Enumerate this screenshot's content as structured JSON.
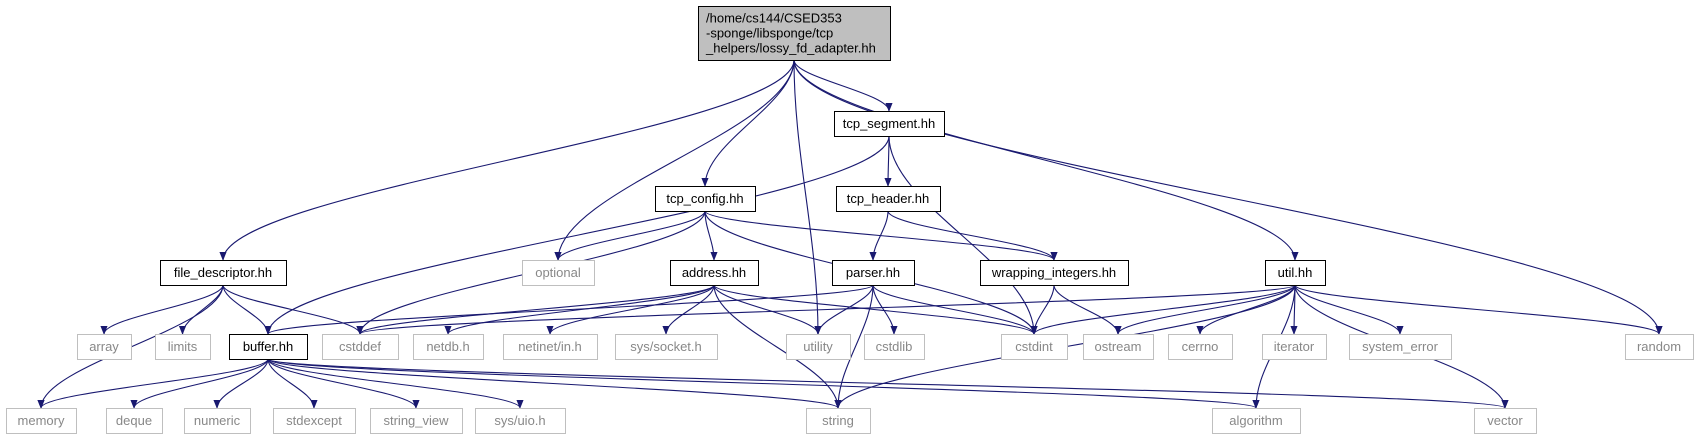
{
  "colors": {
    "edge": "#191970",
    "root_fill": "#bfbfbf",
    "root_border": "#000000",
    "project_border": "#000000",
    "system_border": "#bfbfbf",
    "system_text": "#888888",
    "text": "#000000"
  },
  "nodes": {
    "root": {
      "lines": [
        "/home/cs144/CSED353",
        "-sponge/libsponge/tcp",
        "_helpers/lossy_fd_adapter.hh"
      ],
      "kind": "root"
    },
    "tcp_segment": {
      "lines": [
        "tcp_segment.hh"
      ],
      "kind": "project"
    },
    "tcp_config": {
      "lines": [
        "tcp_config.hh"
      ],
      "kind": "project"
    },
    "tcp_header": {
      "lines": [
        "tcp_header.hh"
      ],
      "kind": "project"
    },
    "file_descriptor": {
      "lines": [
        "file_descriptor.hh"
      ],
      "kind": "project"
    },
    "optional": {
      "lines": [
        "optional"
      ],
      "kind": "system"
    },
    "address": {
      "lines": [
        "address.hh"
      ],
      "kind": "project"
    },
    "parser": {
      "lines": [
        "parser.hh"
      ],
      "kind": "project"
    },
    "wrapping_integers": {
      "lines": [
        "wrapping_integers.hh"
      ],
      "kind": "project"
    },
    "util": {
      "lines": [
        "util.hh"
      ],
      "kind": "project"
    },
    "array": {
      "lines": [
        "array"
      ],
      "kind": "system"
    },
    "limits": {
      "lines": [
        "limits"
      ],
      "kind": "system"
    },
    "buffer": {
      "lines": [
        "buffer.hh"
      ],
      "kind": "project"
    },
    "cstddef": {
      "lines": [
        "cstddef"
      ],
      "kind": "system"
    },
    "netdb": {
      "lines": [
        "netdb.h"
      ],
      "kind": "system"
    },
    "netinet": {
      "lines": [
        "netinet/in.h"
      ],
      "kind": "system"
    },
    "syssocket": {
      "lines": [
        "sys/socket.h"
      ],
      "kind": "system"
    },
    "utility": {
      "lines": [
        "utility"
      ],
      "kind": "system"
    },
    "cstdlib": {
      "lines": [
        "cstdlib"
      ],
      "kind": "system"
    },
    "cstdint": {
      "lines": [
        "cstdint"
      ],
      "kind": "system"
    },
    "ostream": {
      "lines": [
        "ostream"
      ],
      "kind": "system"
    },
    "cerrno": {
      "lines": [
        "cerrno"
      ],
      "kind": "system"
    },
    "iterator": {
      "lines": [
        "iterator"
      ],
      "kind": "system"
    },
    "system_error": {
      "lines": [
        "system_error"
      ],
      "kind": "system"
    },
    "random": {
      "lines": [
        "random"
      ],
      "kind": "system"
    },
    "memory": {
      "lines": [
        "memory"
      ],
      "kind": "system"
    },
    "deque": {
      "lines": [
        "deque"
      ],
      "kind": "system"
    },
    "numeric": {
      "lines": [
        "numeric"
      ],
      "kind": "system"
    },
    "stdexcept": {
      "lines": [
        "stdexcept"
      ],
      "kind": "system"
    },
    "string_view": {
      "lines": [
        "string_view"
      ],
      "kind": "system"
    },
    "sysuio": {
      "lines": [
        "sys/uio.h"
      ],
      "kind": "system"
    },
    "string": {
      "lines": [
        "string"
      ],
      "kind": "system"
    },
    "algorithm": {
      "lines": [
        "algorithm"
      ],
      "kind": "system"
    },
    "vector": {
      "lines": [
        "vector"
      ],
      "kind": "system"
    }
  },
  "edges": [
    [
      "root",
      "file_descriptor"
    ],
    [
      "root",
      "optional"
    ],
    [
      "root",
      "tcp_config"
    ],
    [
      "root",
      "utility"
    ],
    [
      "root",
      "tcp_segment"
    ],
    [
      "root",
      "util"
    ],
    [
      "root",
      "random"
    ],
    [
      "tcp_segment",
      "buffer"
    ],
    [
      "tcp_segment",
      "tcp_header"
    ],
    [
      "tcp_segment",
      "cstdint"
    ],
    [
      "tcp_header",
      "parser"
    ],
    [
      "tcp_header",
      "wrapping_integers"
    ],
    [
      "tcp_config",
      "optional"
    ],
    [
      "tcp_config",
      "cstddef"
    ],
    [
      "tcp_config",
      "address"
    ],
    [
      "tcp_config",
      "wrapping_integers"
    ],
    [
      "tcp_config",
      "cstdint"
    ],
    [
      "file_descriptor",
      "memory"
    ],
    [
      "file_descriptor",
      "array"
    ],
    [
      "file_descriptor",
      "limits"
    ],
    [
      "file_descriptor",
      "buffer"
    ],
    [
      "file_descriptor",
      "cstddef"
    ],
    [
      "address",
      "cstddef"
    ],
    [
      "address",
      "netdb"
    ],
    [
      "address",
      "netinet"
    ],
    [
      "address",
      "syssocket"
    ],
    [
      "address",
      "utility"
    ],
    [
      "address",
      "string"
    ],
    [
      "address",
      "cstdint"
    ],
    [
      "parser",
      "buffer"
    ],
    [
      "parser",
      "utility"
    ],
    [
      "parser",
      "cstdlib"
    ],
    [
      "parser",
      "cstdint"
    ],
    [
      "parser",
      "string"
    ],
    [
      "wrapping_integers",
      "cstdint"
    ],
    [
      "wrapping_integers",
      "ostream"
    ],
    [
      "util",
      "cstddef"
    ],
    [
      "util",
      "cstdint"
    ],
    [
      "util",
      "ostream"
    ],
    [
      "util",
      "cerrno"
    ],
    [
      "util",
      "iterator"
    ],
    [
      "util",
      "system_error"
    ],
    [
      "util",
      "random"
    ],
    [
      "util",
      "vector"
    ],
    [
      "util",
      "algorithm"
    ],
    [
      "util",
      "string"
    ],
    [
      "buffer",
      "memory"
    ],
    [
      "buffer",
      "deque"
    ],
    [
      "buffer",
      "numeric"
    ],
    [
      "buffer",
      "stdexcept"
    ],
    [
      "buffer",
      "string_view"
    ],
    [
      "buffer",
      "sysuio"
    ],
    [
      "buffer",
      "string"
    ],
    [
      "buffer",
      "algorithm"
    ],
    [
      "buffer",
      "vector"
    ]
  ]
}
